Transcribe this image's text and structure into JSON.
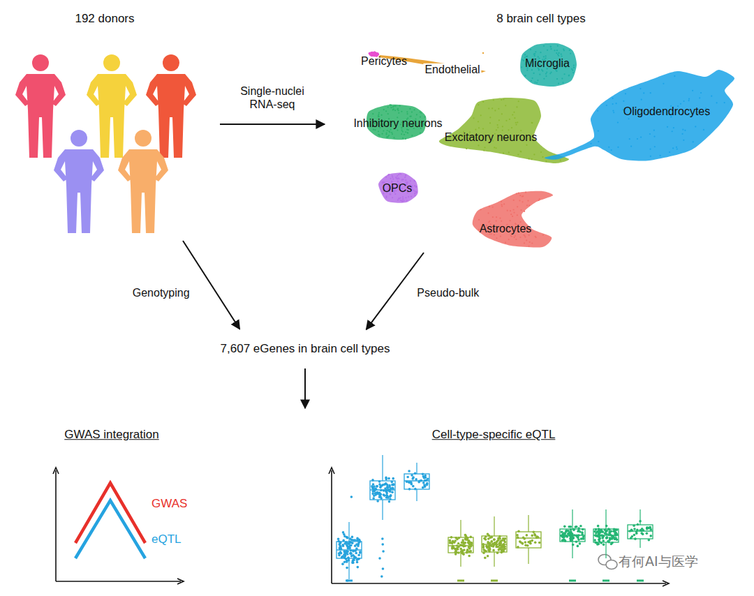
{
  "diagram": {
    "nodes": [
      {
        "text": [
          "192 donors"
        ]
      },
      {
        "text": [
          "8 brain cell types"
        ]
      },
      {
        "text": [
          "Pericytes"
        ],
        "in": 1
      },
      {
        "text": [
          "Endothelial"
        ],
        "in": 1
      },
      {
        "text": [
          "Microglia"
        ],
        "in": 1
      },
      {
        "text": [
          "Inhibitory neurons"
        ],
        "in": 1
      },
      {
        "text": [
          "Excitatory neurons"
        ],
        "in": 1
      },
      {
        "text": [
          "Oligodendrocytes"
        ],
        "in": 1
      },
      {
        "text": [
          "OPCs"
        ],
        "in": 1
      },
      {
        "text": [
          "Astrocytes"
        ],
        "in": 1
      },
      {
        "text": [
          "7,607 eGenes in brain cell types"
        ]
      },
      {
        "text": [
          "GWAS integration",
          "GWAS",
          "eQTL"
        ]
      },
      {
        "text": [
          "Cell-type-specific eQTL"
        ]
      }
    ],
    "edges": [
      {
        "from": 0,
        "to": 1,
        "label": "Single-nuclei RNA-seq",
        "arrow": "to"
      },
      {
        "from": 0,
        "to": 10,
        "label": "Genotyping",
        "arrow": "to"
      },
      {
        "from": 1,
        "to": 10,
        "label": "Pseudo-bulk",
        "arrow": "to"
      }
    ],
    "labels": [
      "有何AI与医学"
    ]
  }
}
